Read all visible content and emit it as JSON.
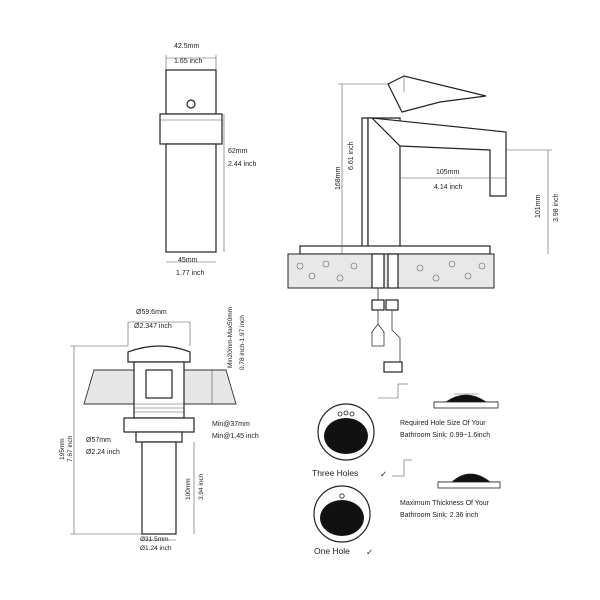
{
  "top_view": {
    "width_mm": "42.5mm",
    "width_in": "1.65 inch",
    "height_mm": "62mm",
    "height_in": "2.44 inch",
    "base_mm": "45mm",
    "base_in": "1.77 inch"
  },
  "faucet": {
    "height_mm": "168mm",
    "height_in": "6.61 inch",
    "reach_mm": "105mm",
    "reach_in": "4.14 inch",
    "spout_mm": "101mm",
    "spout_in": "3.98 inch"
  },
  "drain": {
    "cap_mm": "Ø59.6mm",
    "cap_in": "Ø2.347 inch",
    "thickness_mm": "Min20mm-Max50mm",
    "thickness_in": "0.78 inch-1.97 inch",
    "min_mm": "Min@37mm",
    "min_in": "Min@1.45 inch",
    "flange_mm": "Ø57mm",
    "flange_in": "Ø2.24 inch",
    "total_mm": "195mm",
    "total_in": "7.67 inch",
    "tail_mm": "100mm",
    "tail_in": "3.94 inch",
    "pipe_mm": "Ø31.5mm",
    "pipe_in": "Ø1.24 inch"
  },
  "install": {
    "hole_size_line1": "Required Hole Size Of Your",
    "hole_size_line2": "Bathroom Sink: 0.99~1.6inch",
    "thickness_line1": "Maximum Thickness Of Your",
    "thickness_line2": "Bathroom Sink: 2.36 inch",
    "three_holes": "Three Holes",
    "one_hole": "One Hole",
    "check": "✓"
  }
}
